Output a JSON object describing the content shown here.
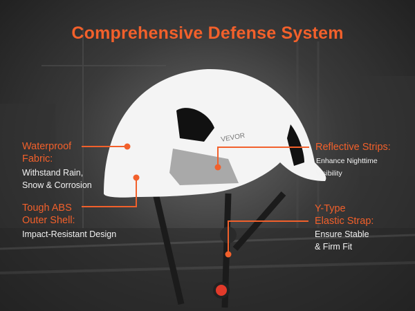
{
  "title": "Comprehensive Defense System",
  "brand": "VEVOR",
  "accent_color": "#f2602b",
  "features": [
    {
      "title_line1": "Waterproof",
      "title_line2": "Fabric:",
      "desc_line1": "Withstand Rain,",
      "desc_line2": "Snow & Corrosion"
    },
    {
      "title_line1": "Tough ABS",
      "title_line2": "Outer Shell:",
      "desc_line1": "Impact-Resistant Design"
    },
    {
      "title_line1": "Reflective Strips:",
      "desc_line1": "Enhance Nighttime",
      "desc_line2": "Visibility"
    },
    {
      "title_line1": "Y-Type",
      "title_line2": "Elastic Strap:",
      "desc_line1": "Ensure Stable",
      "desc_line2": "& Firm Fit"
    }
  ]
}
